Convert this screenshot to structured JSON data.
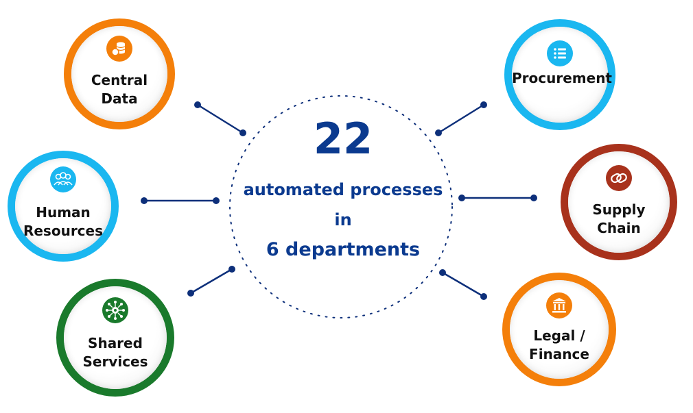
{
  "center": {
    "count": "22",
    "line1": "automated processes",
    "line2": "in",
    "line3": "6 departments"
  },
  "colors": {
    "text_blue": "#0b3a8f",
    "connector": "#0d2f7a",
    "orange": "#f47f0a",
    "sky_blue": "#1ab7f0",
    "dark_red": "#a8321c",
    "green": "#1a7a2c"
  },
  "departments": [
    {
      "label": "Central\nData",
      "icon": "database-icon",
      "color": "#f47f0a"
    },
    {
      "label": "Human\nResources",
      "icon": "people-icon",
      "color": "#1ab7f0"
    },
    {
      "label": "Shared\nServices",
      "icon": "network-gear-icon",
      "color": "#1a7a2c"
    },
    {
      "label": "Procurement",
      "icon": "list-icon",
      "color": "#1ab7f0"
    },
    {
      "label": "Supply\nChain",
      "icon": "chain-link-icon",
      "color": "#a8321c"
    },
    {
      "label": "Legal /\nFinance",
      "icon": "bank-icon",
      "color": "#f47f0a"
    }
  ]
}
